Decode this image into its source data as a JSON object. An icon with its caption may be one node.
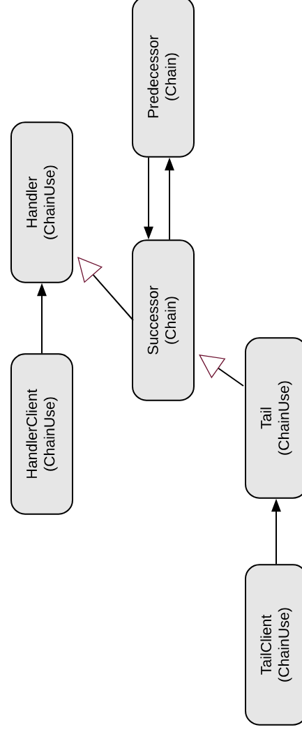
{
  "diagram": {
    "nodes": [
      {
        "text": [
          "Predecessor (Chain)"
        ]
      },
      {
        "text": [
          "Handler (ChainUse)"
        ]
      },
      {
        "text": [
          "Successor (Chain)"
        ]
      },
      {
        "text": [
          "HandlerClient (ChainUse)"
        ]
      },
      {
        "text": [
          "Tail (ChainUse)"
        ]
      },
      {
        "text": [
          "TailClient (ChainUse)"
        ]
      }
    ],
    "edges": [
      {
        "from": 0,
        "to": 2,
        "arrow": "to"
      },
      {
        "from": 2,
        "to": 0,
        "arrow": "to"
      },
      {
        "from": 2,
        "to": 1,
        "arrow": "to"
      },
      {
        "from": 3,
        "to": 1,
        "arrow": "to"
      },
      {
        "from": 4,
        "to": 2,
        "arrow": "to"
      },
      {
        "from": 5,
        "to": 4,
        "arrow": "to"
      }
    ]
  }
}
